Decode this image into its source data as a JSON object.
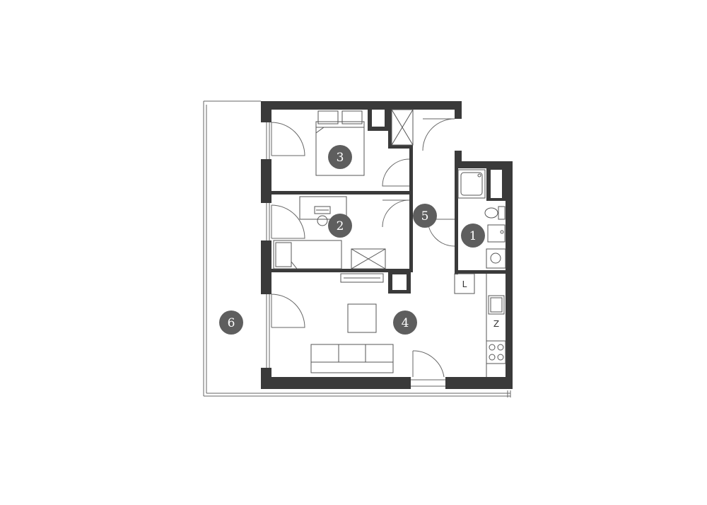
{
  "colors": {
    "wall": "#3a3a3a",
    "line": "#555555",
    "badge": "#5e5e5e",
    "badge_text": "#ffffff",
    "background": "#ffffff"
  },
  "rooms": [
    {
      "id": "room-1",
      "number": "1"
    },
    {
      "id": "room-2",
      "number": "2"
    },
    {
      "id": "room-3",
      "number": "3"
    },
    {
      "id": "room-4",
      "number": "4"
    },
    {
      "id": "room-5",
      "number": "5"
    },
    {
      "id": "room-6",
      "number": "6"
    }
  ],
  "fixture_labels": {
    "fridge": "L",
    "freezer": "Z"
  }
}
